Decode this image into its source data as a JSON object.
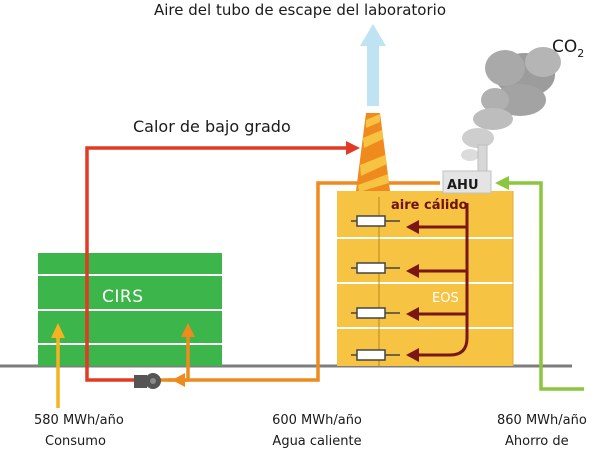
{
  "labels": {
    "exhaust_air": "Aire del tubo de escape del laboratorio",
    "low_grade_heat": "Calor de bajo grado",
    "co2_main": "CO",
    "co2_sub": "2",
    "cirs": "CIRS",
    "ahu": "AHU",
    "warm_air": "aire cálido",
    "eos": "EOS"
  },
  "metrics": [
    {
      "value": "580 MWh/año",
      "caption": "Consumo"
    },
    {
      "value": "600 MWh/año",
      "caption": "Agua caliente"
    },
    {
      "value": "860 MWh/año",
      "caption": "Ahorro de"
    }
  ],
  "colors": {
    "red_flow": "#e23a24",
    "orange_flow": "#ef8a1f",
    "yellow_flow": "#f6b21f",
    "green_flow": "#8cc63f",
    "cirs_green": "#3cb54a",
    "eos_yellow": "#f7c342",
    "warm_arrow": "#7a1616",
    "exhaust_blue": "#bfe3f2"
  }
}
